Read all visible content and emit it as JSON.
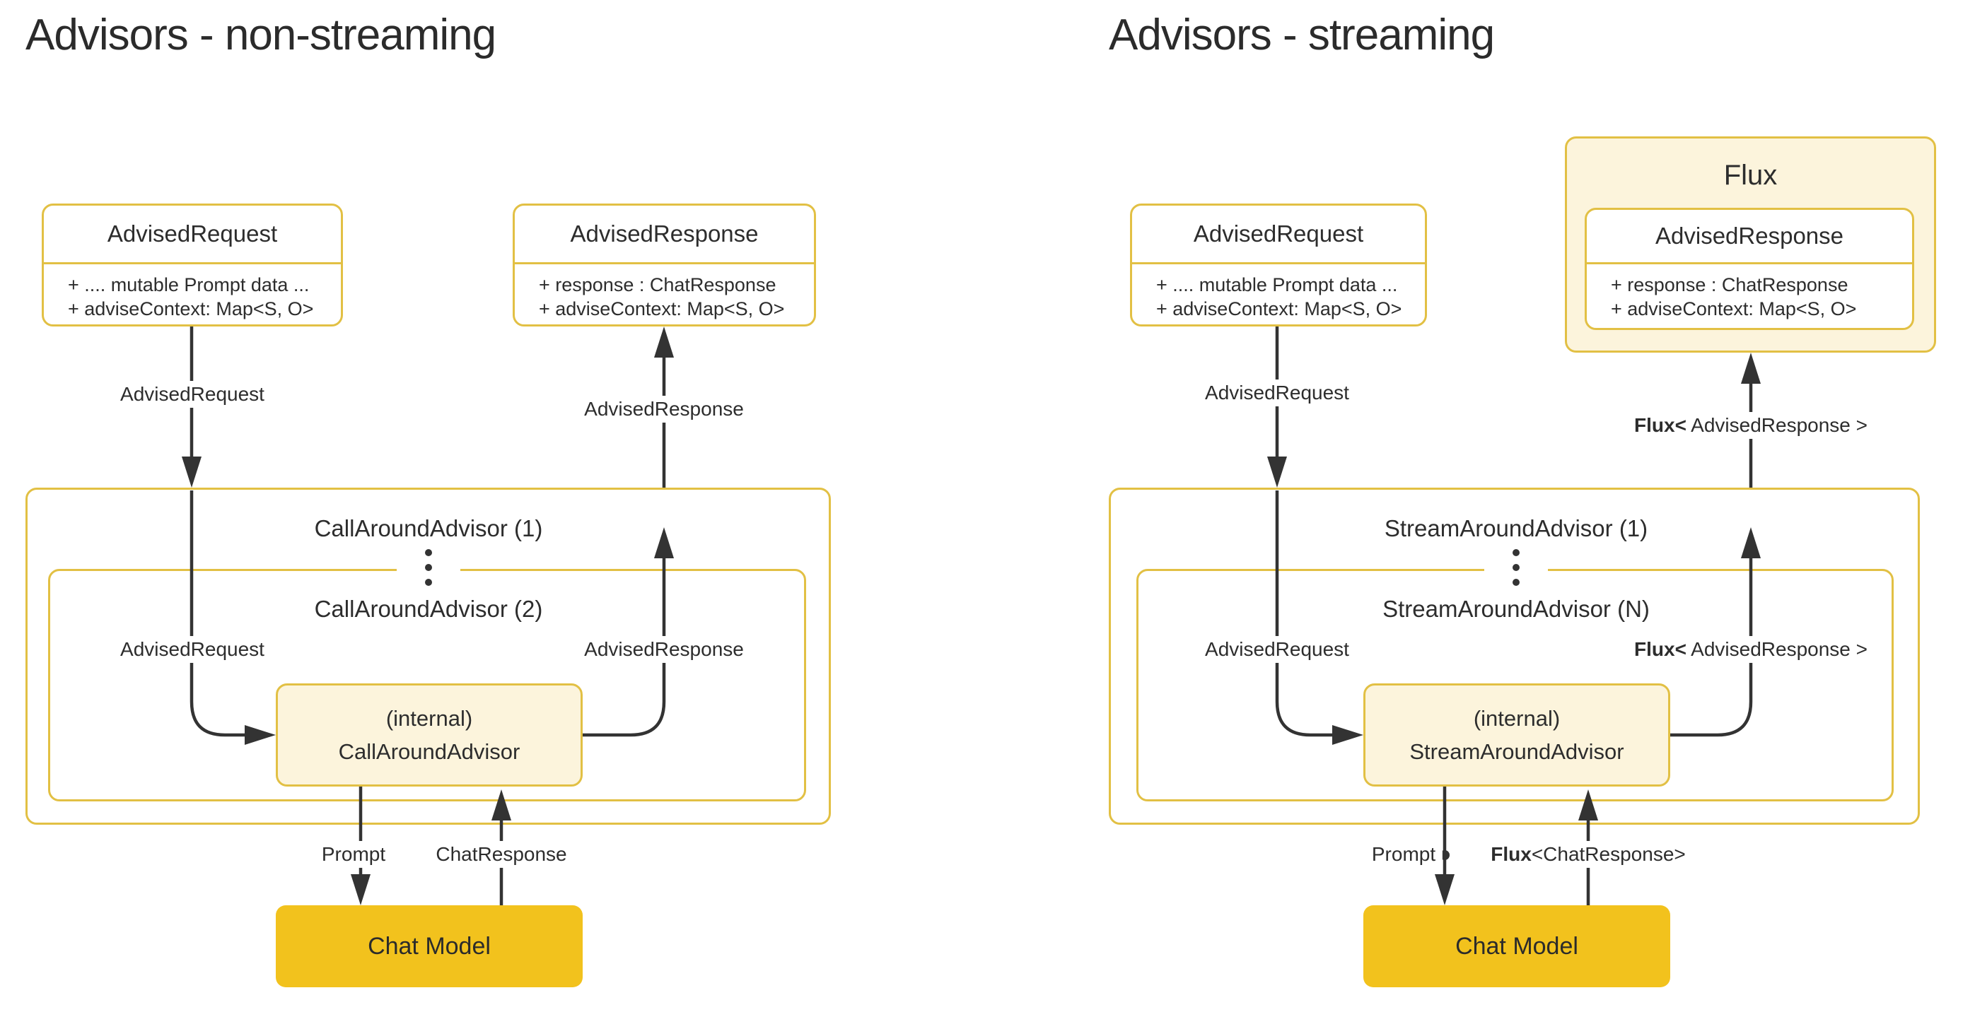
{
  "left": {
    "title": "Advisors - non-streaming",
    "advised_request": {
      "title": "AdvisedRequest",
      "attr1": "+ .... mutable Prompt data ...",
      "attr2": "+ adviseContext: Map<S, O>"
    },
    "advised_response": {
      "title": "AdvisedResponse",
      "attr1": "+ response : ChatResponse",
      "attr2": "+ adviseContext: Map<S, O>"
    },
    "edge_request_label": "AdvisedRequest",
    "edge_response_label": "AdvisedResponse",
    "outer_container_label": "CallAroundAdvisor (1)",
    "inner_container_label": "CallAroundAdvisor (2)",
    "inner_request_label": "AdvisedRequest",
    "inner_response_label": "AdvisedResponse",
    "internal_line1": "(internal)",
    "internal_line2": "CallAroundAdvisor",
    "prompt_label": "Prompt",
    "chat_response_label": "ChatResponse",
    "chat_model_label": "Chat Model"
  },
  "right": {
    "title": "Advisors - streaming",
    "flux_title": "Flux",
    "advised_request": {
      "title": "AdvisedRequest",
      "attr1": "+ .... mutable Prompt data ...",
      "attr2": "+ adviseContext: Map<S, O>"
    },
    "advised_response": {
      "title": "AdvisedResponse",
      "attr1": "+ response : ChatResponse",
      "attr2": "+ adviseContext: Map<S, O>"
    },
    "edge_request_label": "AdvisedRequest",
    "edge_response_bold": "Flux<",
    "edge_response_rest": " AdvisedResponse >",
    "outer_container_label": "StreamAroundAdvisor (1)",
    "inner_container_label": "StreamAroundAdvisor (N)",
    "inner_request_label": "AdvisedRequest",
    "inner_response_bold": "Flux<",
    "inner_response_rest": " AdvisedResponse >",
    "internal_line1": "(internal)",
    "internal_line2": "StreamAroundAdvisor",
    "prompt_label": "Prompt",
    "chat_response_bold": "Flux",
    "chat_response_rest": "<ChatResponse>",
    "chat_model_label": "Chat Model"
  },
  "colors": {
    "border_yellow": "#e2c044",
    "cream_fill": "#fcf4dc",
    "gold_fill": "#f2c21d",
    "line": "#333333",
    "text": "#2d2d2d"
  }
}
